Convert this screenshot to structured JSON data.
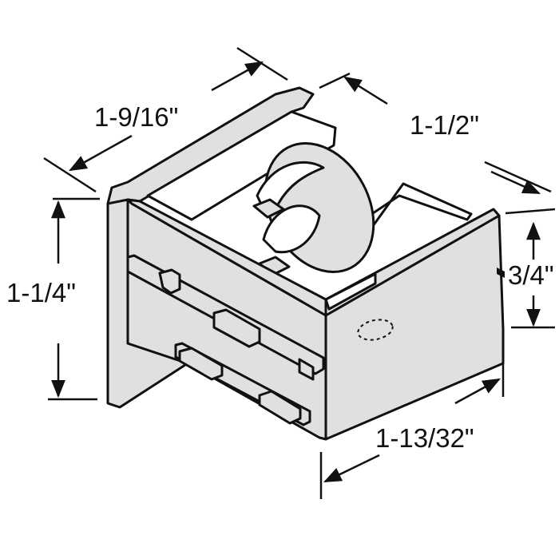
{
  "dimensions": {
    "width_side": "1-9/16\"",
    "depth_side": "1-1/2\"",
    "overall_height": "1-1/4\"",
    "body_height": "3/4\"",
    "base_length": "1-13/32\""
  },
  "colors": {
    "fill": "#e0e0e0",
    "fill_light": "#ffffff",
    "line": "#111111"
  }
}
